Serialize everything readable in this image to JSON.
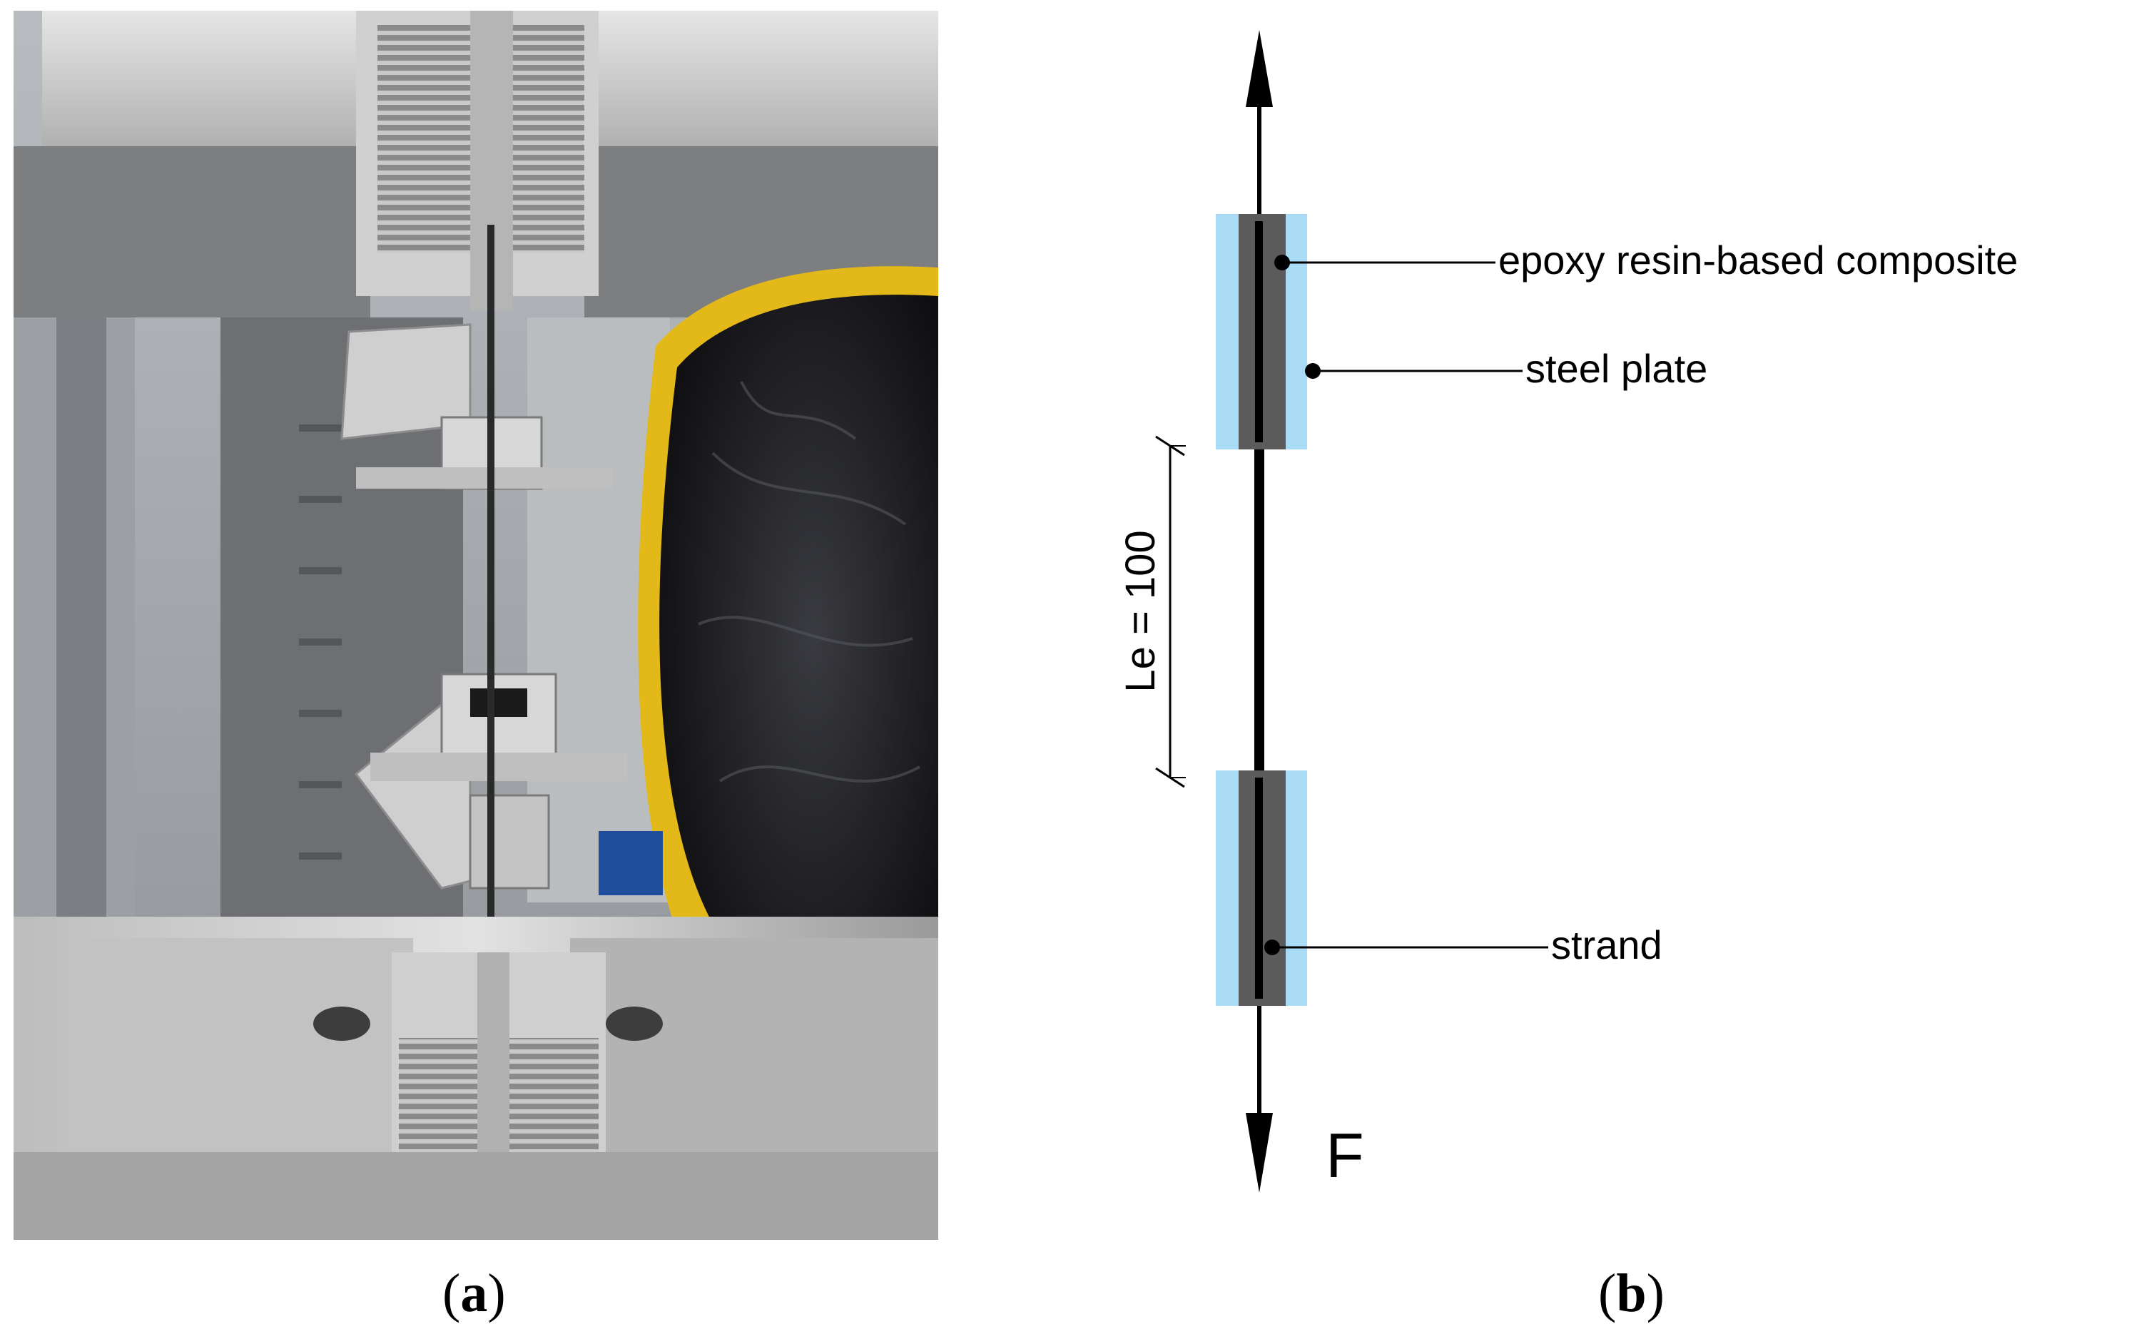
{
  "figure": {
    "panel_a": {
      "caption_letter": "a"
    },
    "panel_b": {
      "caption_letter": "b",
      "labels": {
        "composite": "epoxy resin-based composite",
        "steel_plate": "steel plate",
        "strand": "strand",
        "embed_length": "Le = 100",
        "force": "F"
      }
    }
  },
  "colors": {
    "steel_plate": "#a9dbf5",
    "composite": "#5b5b5b",
    "strand": "#000000",
    "leader_line": "#000000",
    "machine_steel": "#c6c6c6",
    "yellow_cover": "#e3b91a",
    "black_bag": "#1c1c1f",
    "frame_grey": "#6e6f73"
  }
}
